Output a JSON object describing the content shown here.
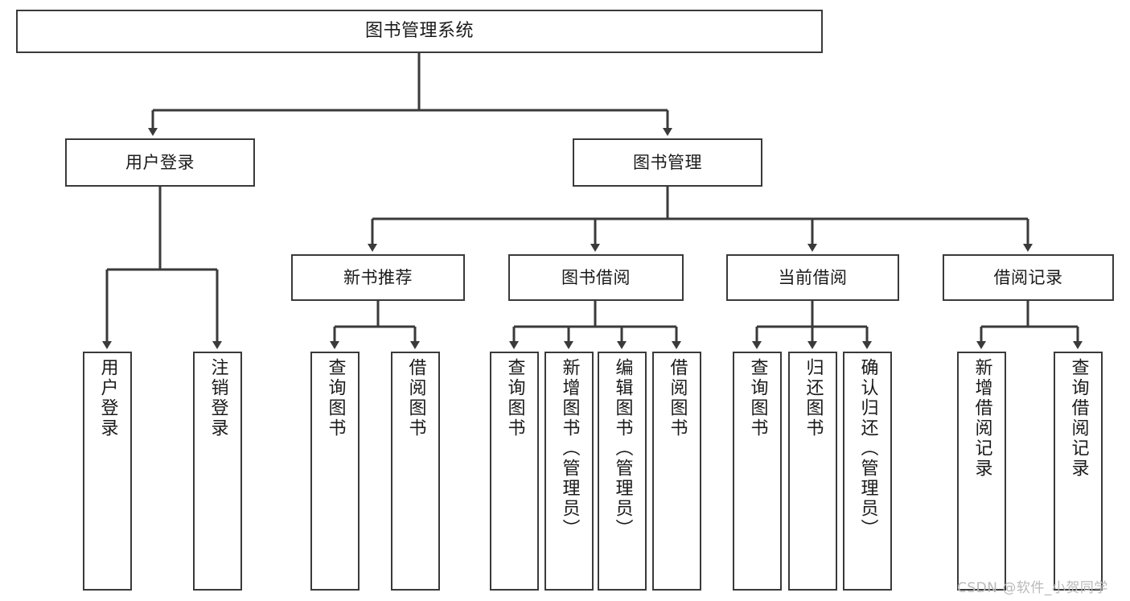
{
  "diagram": {
    "type": "tree-hierarchy",
    "title": "图书管理系统",
    "colors": {
      "box_border": "#3a3a3a",
      "box_fill": "#ffffff",
      "line": "#3a3a3a",
      "text": "#1a1a1a",
      "watermark": "#b9b9b9"
    },
    "nodes": {
      "root": {
        "label": "图书管理系统"
      },
      "level2": [
        {
          "id": "user-login",
          "label": "用户登录"
        },
        {
          "id": "book-manage",
          "label": "图书管理"
        }
      ],
      "level3": [
        {
          "id": "new-book-recommend",
          "label": "新书推荐"
        },
        {
          "id": "book-borrow",
          "label": "图书借阅"
        },
        {
          "id": "current-borrow",
          "label": "当前借阅"
        },
        {
          "id": "borrow-record",
          "label": "借阅记录"
        }
      ],
      "leaves": {
        "user-login": [
          {
            "id": "leaf-user-login",
            "label": "用户登录"
          },
          {
            "id": "leaf-user-logout",
            "label": "注销登录"
          }
        ],
        "new-book-recommend": [
          {
            "id": "leaf-query-book-1",
            "label": "查询图书"
          },
          {
            "id": "leaf-borrow-book-1",
            "label": "借阅图书"
          }
        ],
        "book-borrow": [
          {
            "id": "leaf-query-book-2",
            "label": "查询图书"
          },
          {
            "id": "leaf-add-book",
            "label": "新增图书（管理员）"
          },
          {
            "id": "leaf-edit-book",
            "label": "编辑图书（管理员）"
          },
          {
            "id": "leaf-borrow-book-2",
            "label": "借阅图书"
          }
        ],
        "current-borrow": [
          {
            "id": "leaf-query-book-3",
            "label": "查询图书"
          },
          {
            "id": "leaf-return-book",
            "label": "归还图书"
          },
          {
            "id": "leaf-confirm-return",
            "label": "确认归还（管理员）"
          }
        ],
        "borrow-record": [
          {
            "id": "leaf-add-record",
            "label": "新增借阅记录"
          },
          {
            "id": "leaf-query-record",
            "label": "查询借阅记录"
          }
        ]
      }
    },
    "watermark": "CSDN @软件_小贺同学"
  }
}
